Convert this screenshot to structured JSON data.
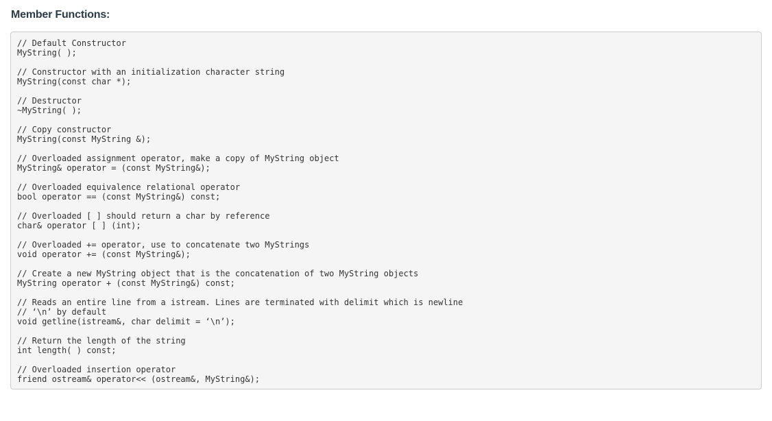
{
  "heading": "Member Functions:",
  "code_lines": [
    "// Default Constructor",
    "MyString( );",
    "",
    "// Constructor with an initialization character string",
    "MyString(const char *);",
    "",
    "// Destructor",
    "~MyString( );",
    "",
    "// Copy constructor",
    "MyString(const MyString &);",
    "",
    "// Overloaded assignment operator, make a copy of MyString object",
    "MyString& operator = (const MyString&);",
    "",
    "// Overloaded equivalence relational operator",
    "bool operator == (const MyString&) const;",
    "",
    "// Overloaded [ ] should return a char by reference",
    "char& operator [ ] (int);",
    "",
    "// Overloaded += operator, use to concatenate two MyStrings",
    "void operator += (const MyString&);",
    "",
    "// Create a new MyString object that is the concatenation of two MyString objects",
    "MyString operator + (const MyString&) const;",
    "",
    "// Reads an entire line from a istream. Lines are terminated with delimit which is newline",
    "// ‘\\n’ by default",
    "void getline(istream&, char delimit = ‘\\n’);",
    "",
    "// Return the length of the string",
    "int length( ) const;",
    "",
    "// Overloaded insertion operator",
    "friend ostream& operator<< (ostream&, MyString&);"
  ]
}
